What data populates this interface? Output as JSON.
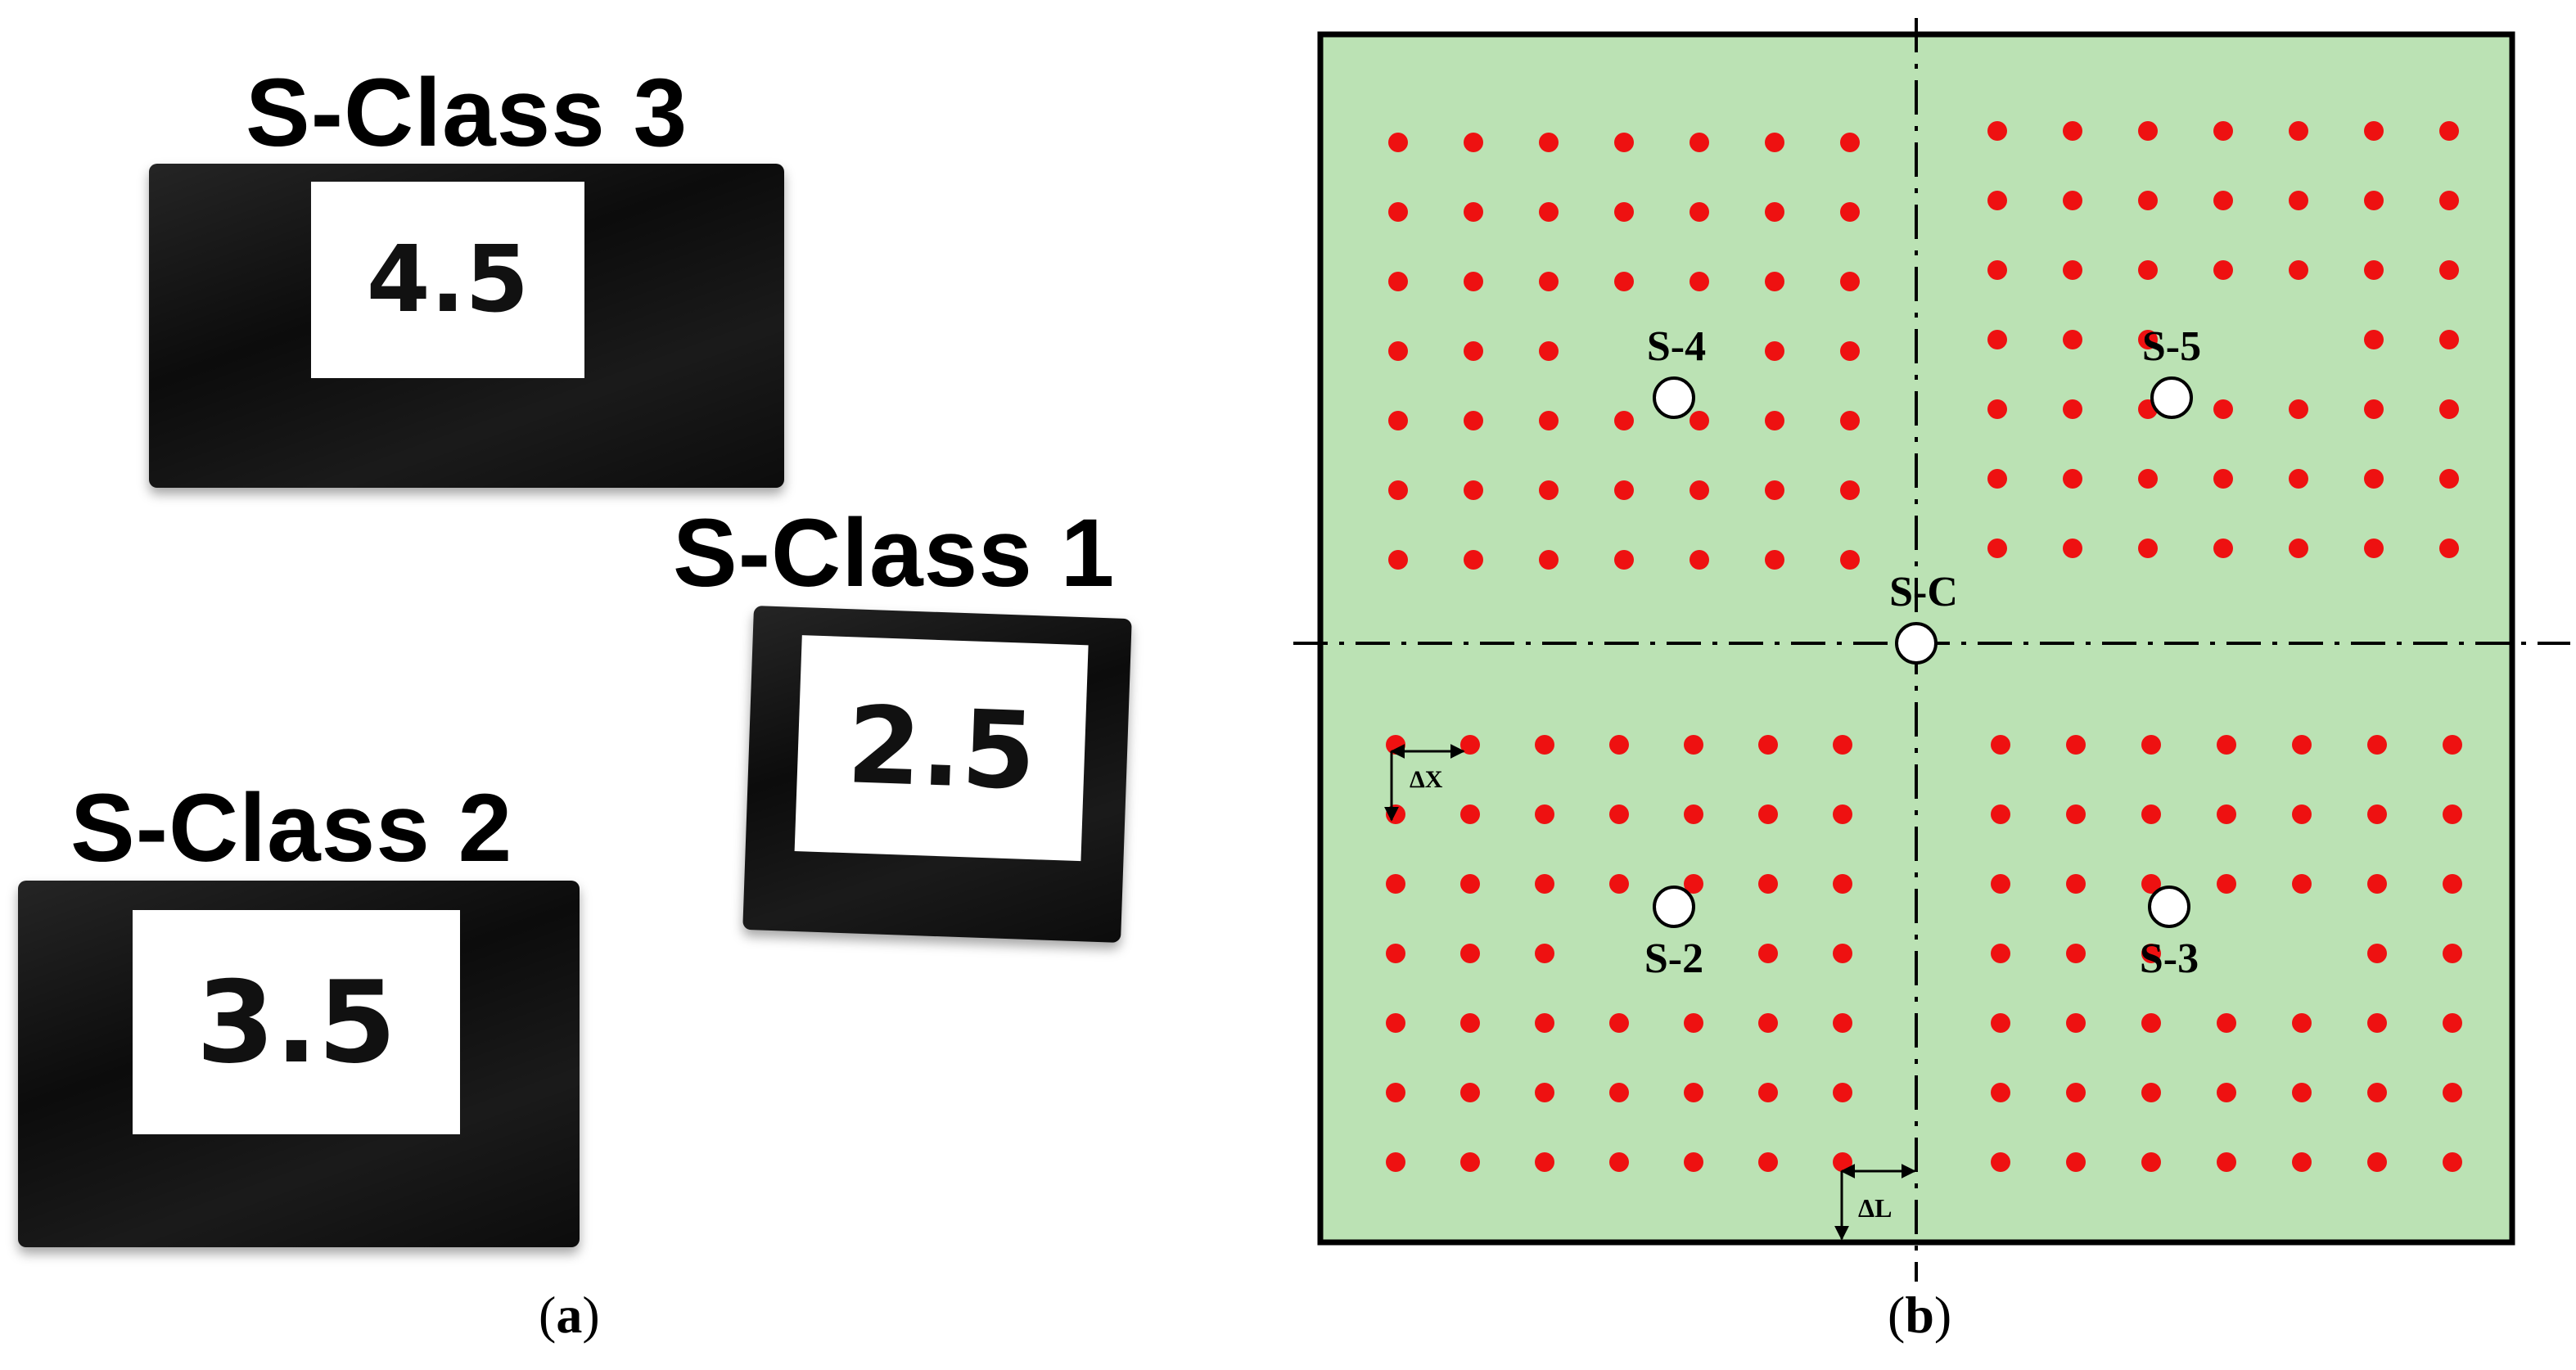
{
  "panel_a": {
    "caption_open": "(",
    "caption_letter": "a",
    "caption_close": ")",
    "specimens": [
      {
        "class_label": "S-Class 3",
        "value": "4.5"
      },
      {
        "class_label": "S-Class 1",
        "value": "2.5"
      },
      {
        "class_label": "S-Class 2",
        "value": "3.5"
      }
    ]
  },
  "panel_b": {
    "caption_open": "(",
    "caption_letter": "b",
    "caption_close": ")",
    "background_color": "#bbe2b4",
    "point_color": "#ee1111",
    "quadrant_grid": {
      "rows": 7,
      "cols": 7
    },
    "sensors": [
      {
        "label": "S-4"
      },
      {
        "label": "S-5"
      },
      {
        "label": "S-C"
      },
      {
        "label": "S-2"
      },
      {
        "label": "S-3"
      }
    ],
    "dimensions": {
      "dx_label": "ΔX",
      "dl_label": "ΔL"
    }
  }
}
